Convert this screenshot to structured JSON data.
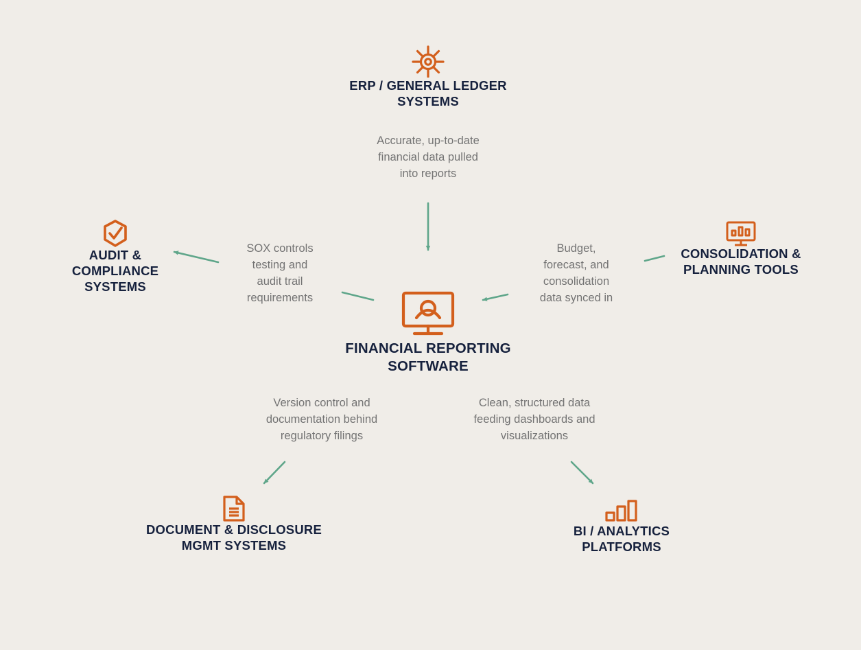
{
  "diagram": {
    "center": {
      "id": "financial-reporting",
      "label": "FINANCIAL REPORTING\nSOFTWARE",
      "icon": "monitor-icon"
    },
    "nodes": [
      {
        "id": "erp",
        "label": "ERP / GENERAL LEDGER\nSYSTEMS",
        "icon": "gear-icon"
      },
      {
        "id": "consolidation",
        "label": "CONSOLIDATION &\nPLANNING TOOLS",
        "icon": "presentation-chart-icon"
      },
      {
        "id": "audit",
        "label": "AUDIT &\nCOMPLIANCE\nSYSTEMS",
        "icon": "shield-check-icon"
      },
      {
        "id": "document",
        "label": "DOCUMENT & DISCLOSURE\nMGMT SYSTEMS",
        "icon": "document-icon"
      },
      {
        "id": "bi",
        "label": "BI / ANALYTICS\nPLATFORMS",
        "icon": "bar-chart-icon"
      }
    ],
    "edges": [
      {
        "from": "erp",
        "to": "financial-reporting",
        "label": "Accurate, up-to-date\nfinancial data pulled\ninto reports"
      },
      {
        "from": "consolidation",
        "to": "financial-reporting",
        "label": "Budget,\nforecast, and\nconsolidation\ndata synced in"
      },
      {
        "from": "financial-reporting",
        "to": "audit",
        "label": "SOX controls\ntesting and\naudit trail\nrequirements"
      },
      {
        "from": "financial-reporting",
        "to": "document",
        "label": "Version control and\ndocumentation behind\nregulatory filings"
      },
      {
        "from": "financial-reporting",
        "to": "bi",
        "label": "Clean, structured data\nfeeding dashboards and\nvisualizations"
      }
    ]
  },
  "colors": {
    "background": "#f0ede8",
    "icon": "#d35f1c",
    "node_text": "#16213d",
    "edge_text": "#737373",
    "arrow": "#5fa68a"
  }
}
